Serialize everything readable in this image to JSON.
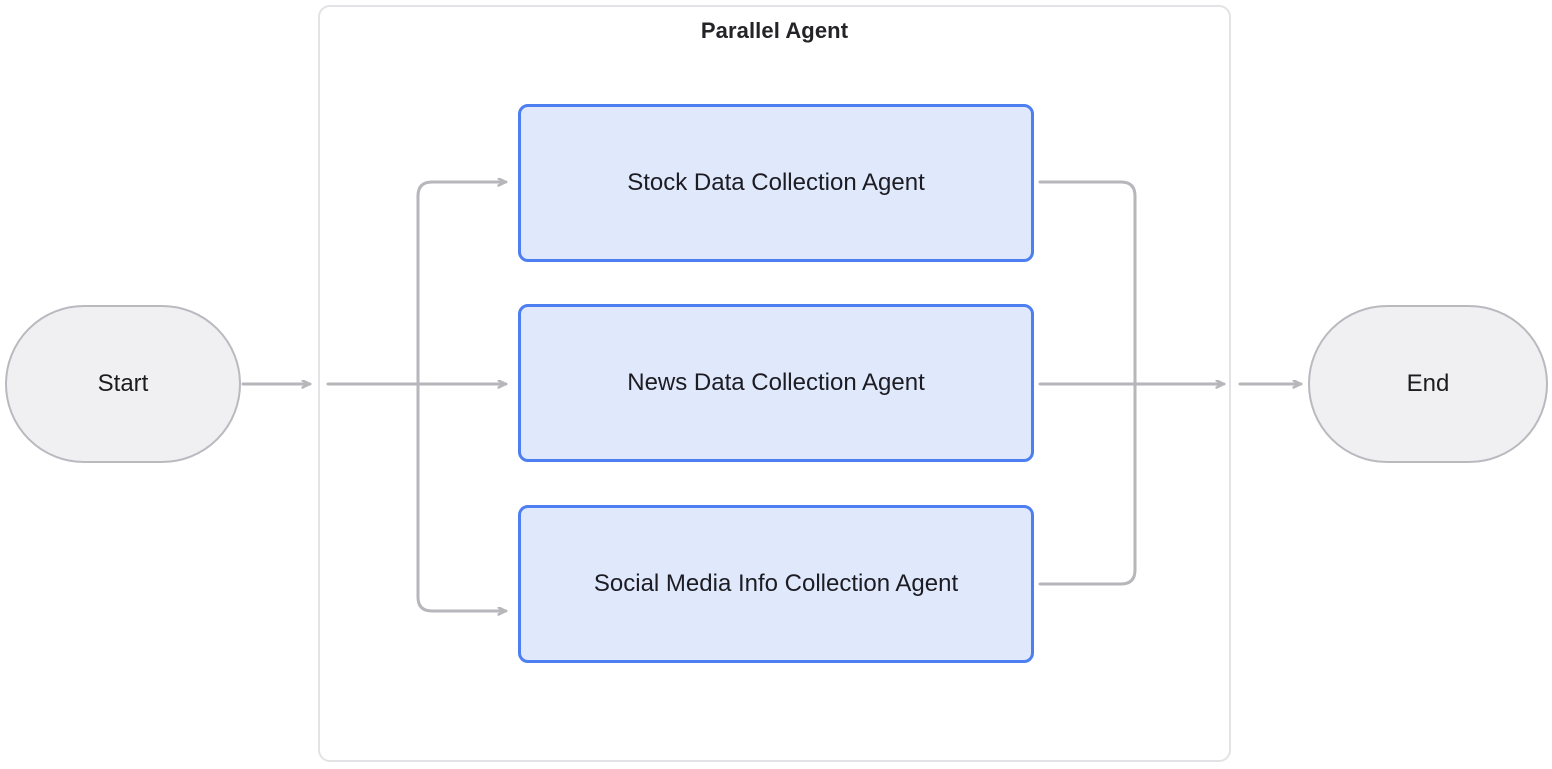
{
  "diagram": {
    "type": "flowchart",
    "orientation": "left-to-right",
    "background_color": "#ffffff",
    "group": {
      "title": "Parallel Agent",
      "border_color": "#e3e3e7",
      "title_color": "#232328"
    },
    "terminals": [
      {
        "id": "start",
        "label": "Start",
        "shape": "stadium",
        "fill": "#f0f0f2",
        "stroke": "#b9b9c0"
      },
      {
        "id": "end",
        "label": "End",
        "shape": "stadium",
        "fill": "#f0f0f2",
        "stroke": "#b9b9c0"
      }
    ],
    "parallel_branches": [
      {
        "id": "stock",
        "label": "Stock Data Collection Agent",
        "shape": "rounded-rect",
        "fill": "#e0e8fc",
        "stroke": "#4d7ff0"
      },
      {
        "id": "news",
        "label": "News Data Collection Agent",
        "shape": "rounded-rect",
        "fill": "#e0e8fc",
        "stroke": "#4d7ff0"
      },
      {
        "id": "social",
        "label": "Social Media Info Collection Agent",
        "shape": "rounded-rect",
        "fill": "#e0e8fc",
        "stroke": "#4d7ff0"
      }
    ],
    "edges": [
      {
        "from": "start",
        "to": "parallel-agent",
        "style": "solid",
        "arrow": true
      },
      {
        "from": "fan-out",
        "to": "stock",
        "style": "solid",
        "arrow": true
      },
      {
        "from": "fan-out",
        "to": "news",
        "style": "solid",
        "arrow": true
      },
      {
        "from": "fan-out",
        "to": "social",
        "style": "solid",
        "arrow": true
      },
      {
        "from": "stock",
        "to": "fan-in",
        "style": "solid",
        "arrow": false
      },
      {
        "from": "news",
        "to": "fan-in",
        "style": "solid",
        "arrow": true
      },
      {
        "from": "social",
        "to": "fan-in",
        "style": "solid",
        "arrow": false
      },
      {
        "from": "parallel-agent",
        "to": "end",
        "style": "solid",
        "arrow": true
      }
    ],
    "edge_color": "#b6b6bb"
  }
}
